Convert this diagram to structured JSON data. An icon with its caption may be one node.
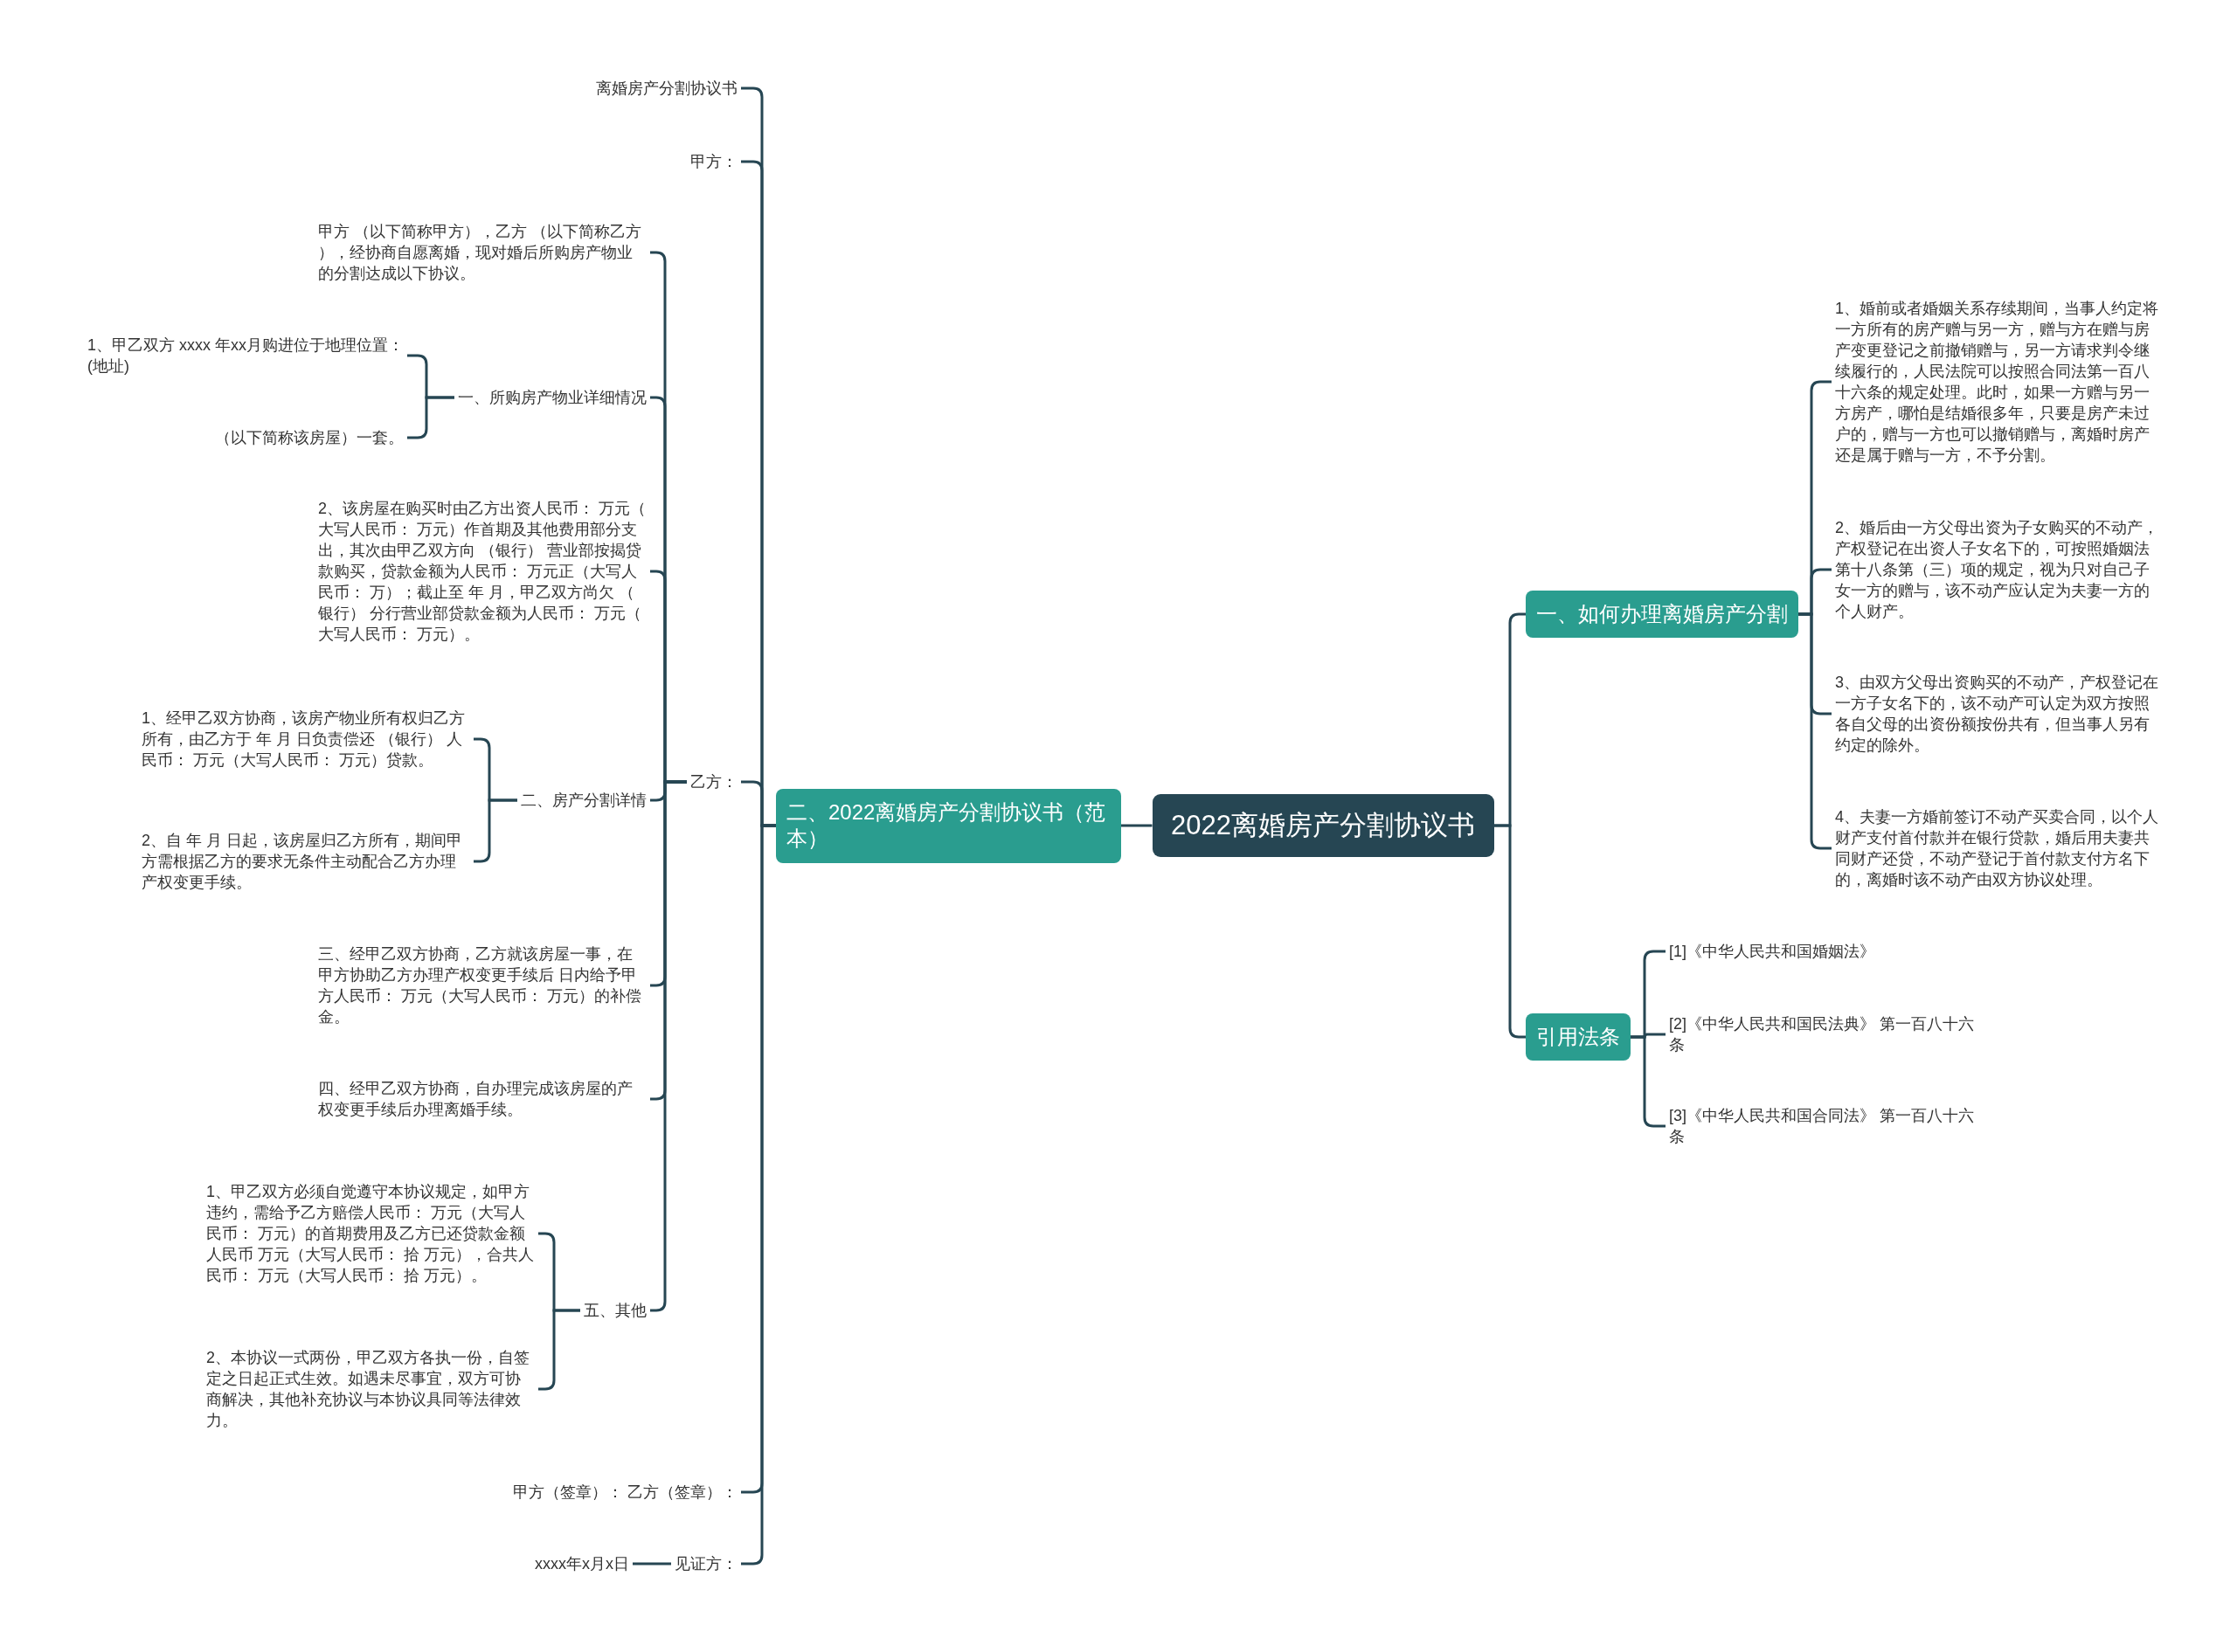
{
  "diagram": {
    "nodes": [
      {
        "text": [
          "2022离婚房产分割协议书"
        ]
      },
      {
        "text": [
          "一、如何办理离婚房产分割"
        ]
      },
      {
        "text": [
          "1、婚前或者婚姻关系存续期间，当事人约定将一方所有的房产赠与另一方，赠与方在赠与房产变更登记之前撤销赠与，另一方请求判令继续履行的，人民法院可以按照合同法第一百八十六条的规定处理。此时，如果一方赠与另一方房产，哪怕是结婚很多年，只要是房产未过户的，赠与一方也可以撤销赠与，离婚时房产还是属于赠与一方，不予分割。"
        ]
      },
      {
        "text": [
          "2、婚后由一方父母出资为子女购买的不动产，产权登记在出资人子女名下的，可按照婚姻法第十八条第（三）项的规定，视为只对自己子女一方的赠与，该不动产应认定为夫妻一方的个人财产。"
        ]
      },
      {
        "text": [
          "3、由双方父母出资购买的不动产，产权登记在一方子女名下的，该不动产可认定为双方按照各自父母的出资份额按份共有，但当事人另有约定的除外。"
        ]
      },
      {
        "text": [
          "4、夫妻一方婚前签订不动产买卖合同，以个人财产支付首付款并在银行贷款，婚后用夫妻共同财产还贷，不动产登记于首付款支付方名下的，离婚时该不动产由双方协议处理。"
        ]
      },
      {
        "text": [
          "引用法条"
        ]
      },
      {
        "text": [
          "[1]《中华人民共和国婚姻法》"
        ]
      },
      {
        "text": [
          "[2]《中华人民共和国民法典》 第一百八十六条"
        ]
      },
      {
        "text": [
          "[3]《中华人民共和国合同法》 第一百八十六条"
        ]
      },
      {
        "text": [
          "二、2022离婚房产分割协议书（范本）"
        ]
      },
      {
        "text": [
          "离婚房产分割协议书"
        ]
      },
      {
        "text": [
          "甲方："
        ]
      },
      {
        "text": [
          "乙方："
        ]
      },
      {
        "text": [
          "甲方 （以下简称甲方），乙方 （以下简称乙方），经协商自愿离婚，现对婚后所购房产物业的分割达成以下协议。"
        ]
      },
      {
        "text": [
          "一、所购房产物业详细情况"
        ]
      },
      {
        "text": [
          "1、甲乙双方 xxxx 年xx月购进位于地理位置：(地址)"
        ]
      },
      {
        "text": [
          "（以下简称该房屋）一套。"
        ]
      },
      {
        "text": [
          "2、该房屋在购买时由乙方出资人民币： 万元（大写人民币： 万元）作首期及其他费用部分支出，其次由甲乙双方向 （银行） 营业部按揭贷款购买，贷款金额为人民币： 万元正（大写人民币： 万）；截止至 年 月，甲乙双方尚欠 （银行） 分行营业部贷款金额为人民币： 万元（大写人民币： 万元）。"
        ]
      },
      {
        "text": [
          "二、房产分割详情"
        ]
      },
      {
        "text": [
          "1、经甲乙双方协商，该房产物业所有权归乙方所有，由乙方于 年 月 日负责偿还 （银行） 人民币： 万元（大写人民币： 万元）贷款。"
        ]
      },
      {
        "text": [
          "2、自 年 月 日起，该房屋归乙方所有，期间甲方需根据乙方的要求无条件主动配合乙方办理产权变更手续。"
        ]
      },
      {
        "text": [
          "三、经甲乙双方协商，乙方就该房屋一事，在甲方协助乙方办理产权变更手续后 日内给予甲方人民币： 万元（大写人民币： 万元）的补偿金。"
        ]
      },
      {
        "text": [
          "四、经甲乙双方协商，自办理完成该房屋的产权变更手续后办理离婚手续。"
        ]
      },
      {
        "text": [
          "五、其他"
        ]
      },
      {
        "text": [
          "1、甲乙双方必须自觉遵守本协议规定，如甲方违约，需给予乙方赔偿人民币： 万元（大写人民币： 万元）的首期费用及乙方已还贷款金额人民币 万元（大写人民币： 拾 万元），合共人民币： 万元（大写人民币： 拾 万元）。"
        ]
      },
      {
        "text": [
          "2、本协议一式两份，甲乙双方各执一份，自签定之日起正式生效。如遇未尽事宜，双方可协商解决，其他补充协议与本协议具同等法律效力。"
        ]
      },
      {
        "text": [
          "甲方（签章）： 乙方（签章）："
        ]
      },
      {
        "text": [
          "见证方："
        ]
      },
      {
        "text": [
          "xxxx年x月x日"
        ]
      }
    ],
    "edges": [
      {
        "from": 0,
        "to": 1,
        "arrow": "none"
      },
      {
        "from": 1,
        "to": 2,
        "arrow": "none"
      },
      {
        "from": 1,
        "to": 3,
        "arrow": "none"
      },
      {
        "from": 1,
        "to": 4,
        "arrow": "none"
      },
      {
        "from": 1,
        "to": 5,
        "arrow": "none"
      },
      {
        "from": 0,
        "to": 6,
        "arrow": "none"
      },
      {
        "from": 6,
        "to": 7,
        "arrow": "none"
      },
      {
        "from": 6,
        "to": 8,
        "arrow": "none"
      },
      {
        "from": 6,
        "to": 9,
        "arrow": "none"
      },
      {
        "from": 0,
        "to": 10,
        "arrow": "none"
      },
      {
        "from": 10,
        "to": 11,
        "arrow": "none"
      },
      {
        "from": 10,
        "to": 12,
        "arrow": "none"
      },
      {
        "from": 10,
        "to": 13,
        "arrow": "none"
      },
      {
        "from": 13,
        "to": 14,
        "arrow": "none"
      },
      {
        "from": 13,
        "to": 15,
        "arrow": "none"
      },
      {
        "from": 15,
        "to": 16,
        "arrow": "none"
      },
      {
        "from": 15,
        "to": 17,
        "arrow": "none"
      },
      {
        "from": 13,
        "to": 18,
        "arrow": "none"
      },
      {
        "from": 13,
        "to": 19,
        "arrow": "none"
      },
      {
        "from": 19,
        "to": 20,
        "arrow": "none"
      },
      {
        "from": 19,
        "to": 21,
        "arrow": "none"
      },
      {
        "from": 13,
        "to": 22,
        "arrow": "none"
      },
      {
        "from": 13,
        "to": 23,
        "arrow": "none"
      },
      {
        "from": 13,
        "to": 24,
        "arrow": "none"
      },
      {
        "from": 24,
        "to": 25,
        "arrow": "none"
      },
      {
        "from": 24,
        "to": 26,
        "arrow": "none"
      },
      {
        "from": 10,
        "to": 27,
        "arrow": "none"
      },
      {
        "from": 10,
        "to": 28,
        "arrow": "none"
      },
      {
        "from": 28,
        "to": 29,
        "arrow": "none"
      }
    ]
  }
}
